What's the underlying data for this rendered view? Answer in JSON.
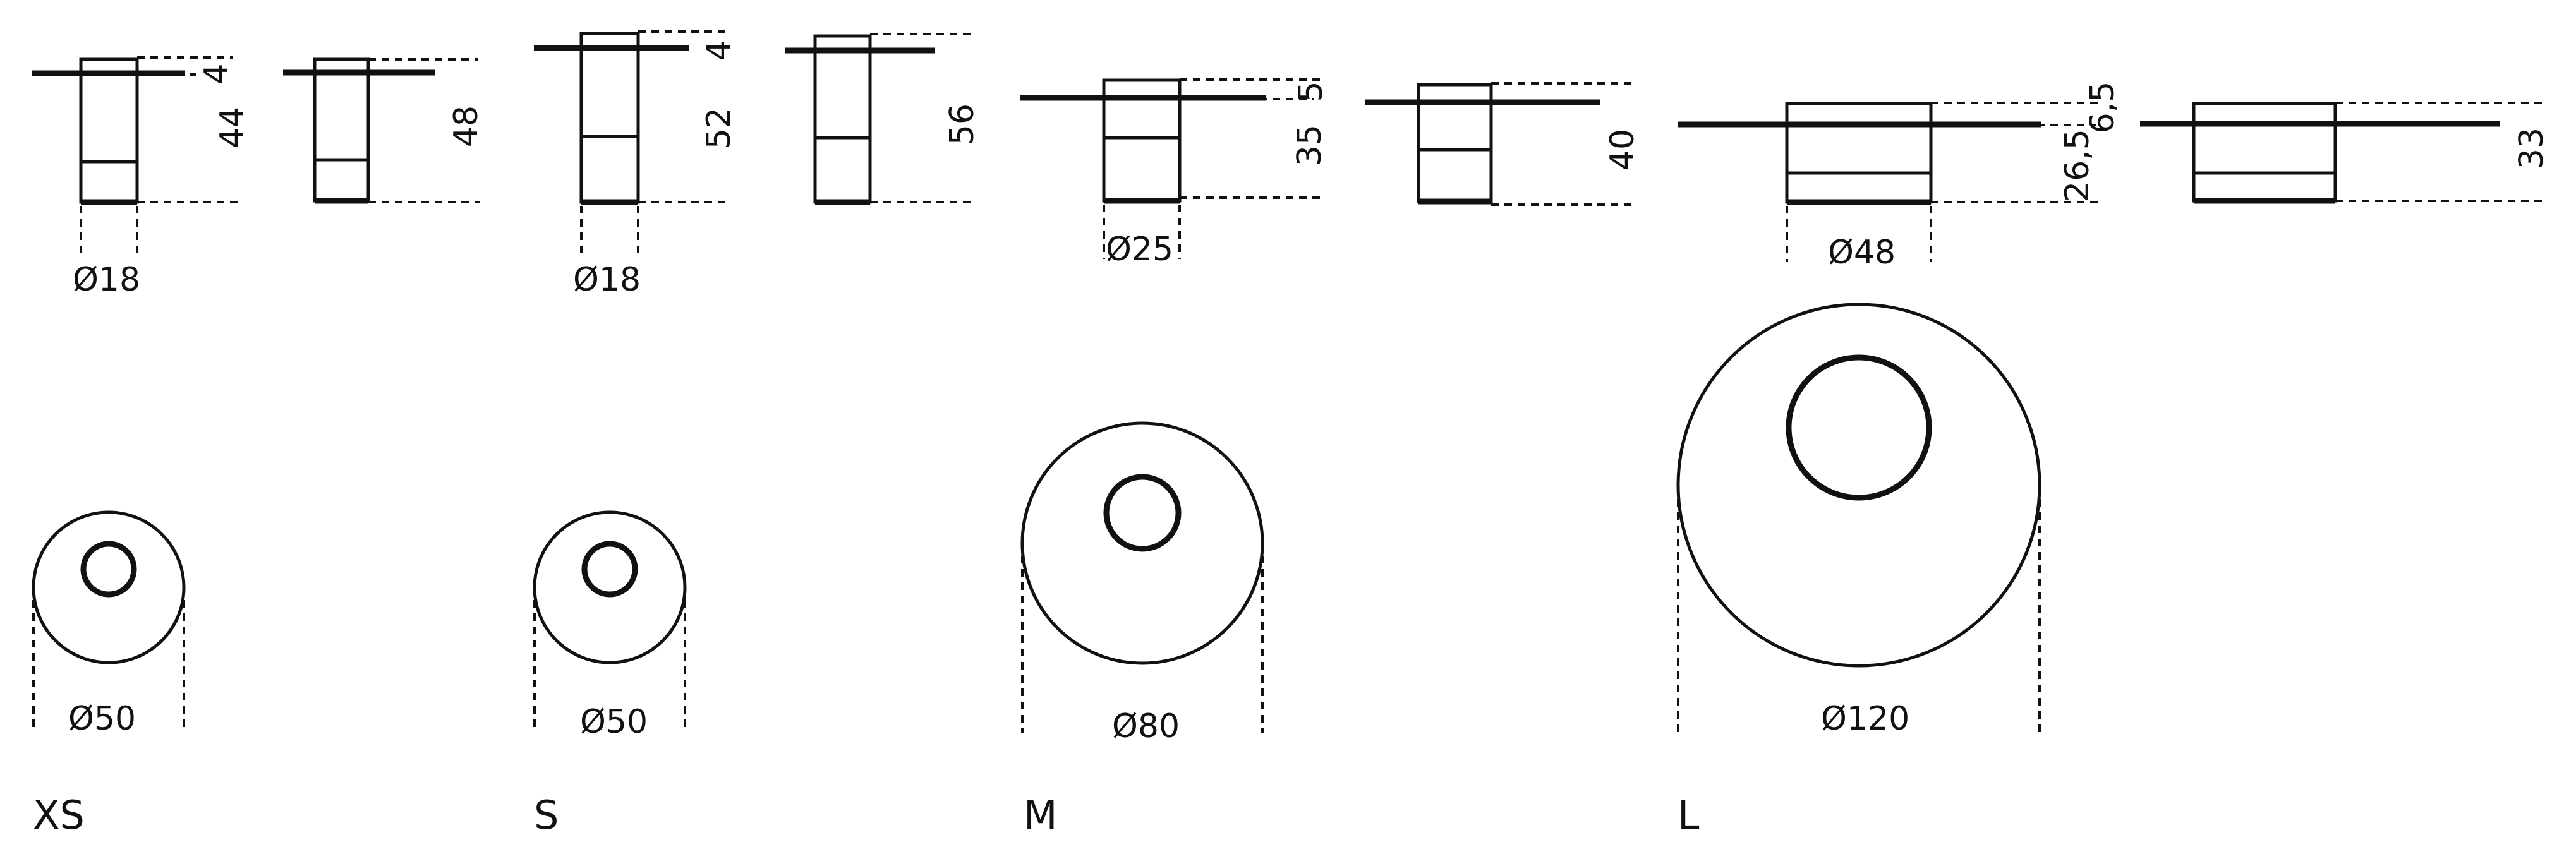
{
  "colors": {
    "line": "#111111",
    "background": "#ffffff"
  },
  "side_views": [
    {
      "dims": [
        "4",
        "44"
      ],
      "diameter": "Ø18"
    },
    {
      "dims": [
        "48"
      ]
    },
    {
      "dims": [
        "4",
        "52"
      ],
      "diameter": "Ø18"
    },
    {
      "dims": [
        "56"
      ]
    },
    {
      "dims": [
        "5",
        "35"
      ],
      "diameter": "Ø25"
    },
    {
      "dims": [
        "40"
      ]
    },
    {
      "dims": [
        "6,5",
        "26,5"
      ],
      "diameter": "Ø48"
    },
    {
      "dims": [
        "33"
      ]
    }
  ],
  "top_views": [
    {
      "diameter": "Ø50",
      "size": "XS"
    },
    {
      "diameter": "Ø50",
      "size": "S"
    },
    {
      "diameter": "Ø80",
      "size": "M"
    },
    {
      "diameter": "Ø120",
      "size": "L"
    }
  ]
}
